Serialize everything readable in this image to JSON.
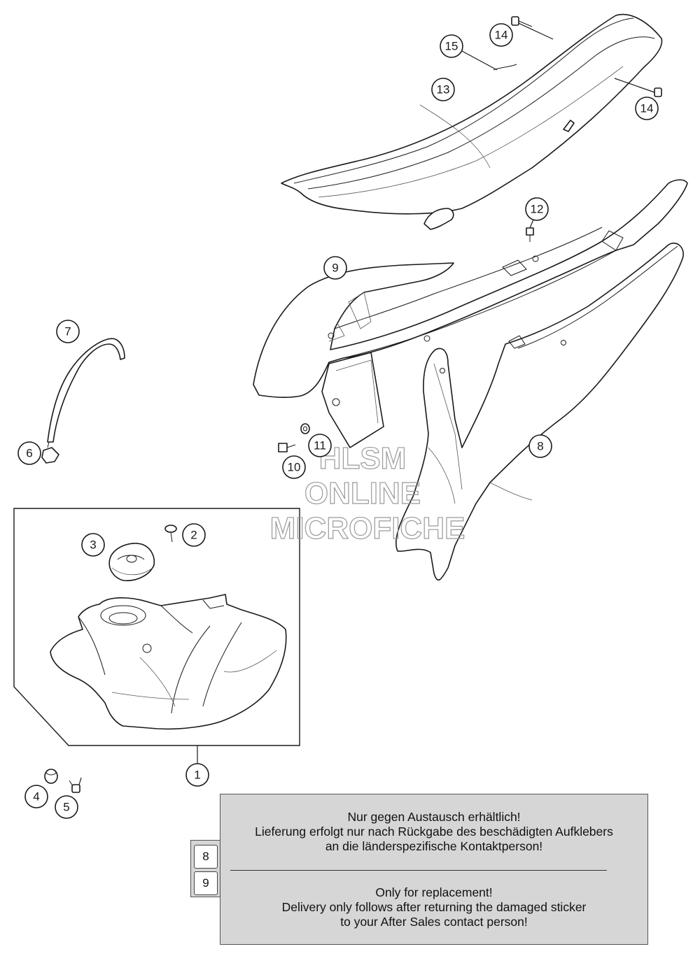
{
  "callouts": {
    "c1": "1",
    "c2": "2",
    "c3": "3",
    "c4": "4",
    "c5": "5",
    "c6": "6",
    "c7": "7",
    "c8": "8",
    "c9": "9",
    "c10": "10",
    "c11": "11",
    "c12": "12",
    "c13": "13",
    "c14a": "14",
    "c14b": "14",
    "c15": "15"
  },
  "watermark": {
    "line1": "HLSM",
    "line2": "ONLINE",
    "line3": "MICROFICHE"
  },
  "notice": {
    "tags": [
      "8",
      "9"
    ],
    "german": {
      "line1": "Nur gegen Austausch erhältlich!",
      "line2": "Lieferung erfolgt nur nach Rückgabe des beschädigten Aufklebers",
      "line3": "an die länderspezifische Kontaktperson!"
    },
    "english": {
      "line1": "Only for replacement!",
      "line2": "Delivery only follows after returning the damaged sticker",
      "line3": "to your After Sales contact person!"
    }
  },
  "colors": {
    "line": "#1a1a1a",
    "notice_bg": "#d6d6d6",
    "watermark": "#9a9a9a"
  }
}
